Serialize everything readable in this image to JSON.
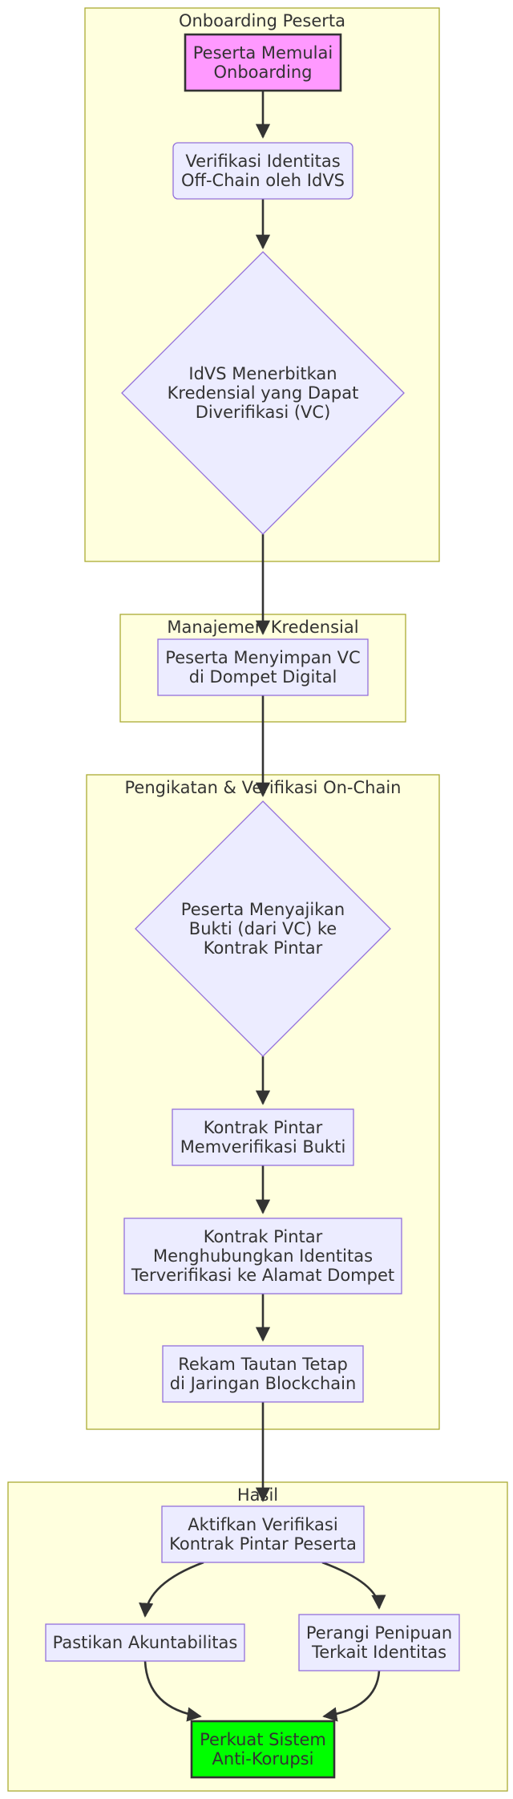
{
  "diagram": {
    "clusters": [
      {
        "id": "onboarding",
        "label": "Onboarding Peserta"
      },
      {
        "id": "manajemen",
        "label": "Manajemen Kredensial"
      },
      {
        "id": "onchain",
        "label": "Pengikatan & Verifikasi On-Chain"
      },
      {
        "id": "hasil",
        "label": "Hasil"
      }
    ],
    "nodes": [
      {
        "id": "A",
        "lines": [
          "Peserta Memulai",
          "Onboarding"
        ],
        "fill": "#ff99ff",
        "stroke": "#333333"
      },
      {
        "id": "B",
        "lines": [
          "Verifikasi Identitas",
          "Off-Chain oleh IdVS"
        ]
      },
      {
        "id": "C",
        "lines": [
          "IdVS Menerbitkan",
          "Kredensial yang Dapat",
          "Diverifikasi (VC)"
        ]
      },
      {
        "id": "D",
        "lines": [
          "Peserta Menyimpan VC",
          "di Dompet Digital"
        ]
      },
      {
        "id": "E",
        "lines": [
          "Peserta Menyajikan",
          "Bukti (dari VC) ke",
          "Kontrak Pintar"
        ]
      },
      {
        "id": "F",
        "lines": [
          "Kontrak Pintar",
          "Memverifikasi Bukti"
        ]
      },
      {
        "id": "G",
        "lines": [
          "Kontrak Pintar",
          "Menghubungkan Identitas",
          "Terverifikasi ke Alamat Dompet"
        ]
      },
      {
        "id": "H",
        "lines": [
          "Rekam Tautan Tetap",
          "di Jaringan Blockchain"
        ]
      },
      {
        "id": "I",
        "lines": [
          "Aktifkan Verifikasi",
          "Kontrak Pintar Peserta"
        ]
      },
      {
        "id": "J",
        "lines": [
          "Pastikan Akuntabilitas"
        ]
      },
      {
        "id": "K",
        "lines": [
          "Perangi Penipuan",
          "Terkait Identitas"
        ]
      },
      {
        "id": "L",
        "lines": [
          "Perkuat Sistem",
          "Anti-Korupsi"
        ],
        "fill": "#00ff00",
        "stroke": "#333333"
      }
    ],
    "edges": [
      {
        "from": "A",
        "to": "B"
      },
      {
        "from": "B",
        "to": "C"
      },
      {
        "from": "C",
        "to": "D"
      },
      {
        "from": "D",
        "to": "E"
      },
      {
        "from": "E",
        "to": "F"
      },
      {
        "from": "F",
        "to": "G"
      },
      {
        "from": "G",
        "to": "H"
      },
      {
        "from": "H",
        "to": "I"
      },
      {
        "from": "I",
        "to": "J"
      },
      {
        "from": "I",
        "to": "K"
      },
      {
        "from": "J",
        "to": "L"
      },
      {
        "from": "K",
        "to": "L"
      }
    ]
  }
}
